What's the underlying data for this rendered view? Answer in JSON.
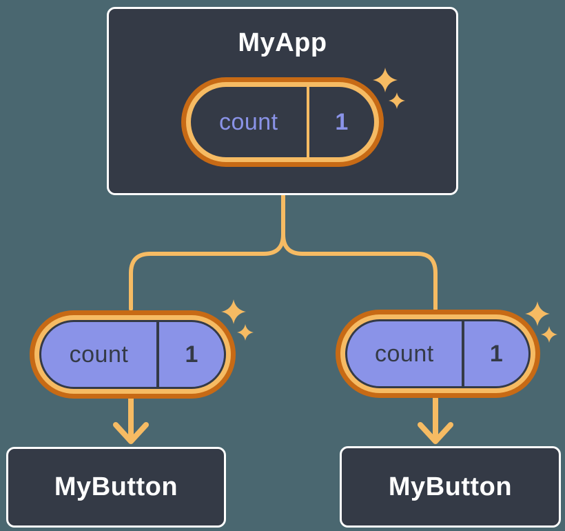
{
  "colors": {
    "background": "#4A6770",
    "node_fill": "#343A46",
    "node_border": "#FFFFFF",
    "line_orange": "#F6BB63",
    "ring_outer": "#C76A15",
    "state_purple": "#8A93E8",
    "text_light": "#FFFFFF",
    "text_dark": "#343A46"
  },
  "root_node": {
    "title": "MyApp",
    "state": {
      "name": "count",
      "value": "1"
    }
  },
  "child_nodes": [
    {
      "title": "MyButton",
      "state": {
        "name": "count",
        "value": "1"
      }
    },
    {
      "title": "MyButton",
      "state": {
        "name": "count",
        "value": "1"
      }
    }
  ]
}
